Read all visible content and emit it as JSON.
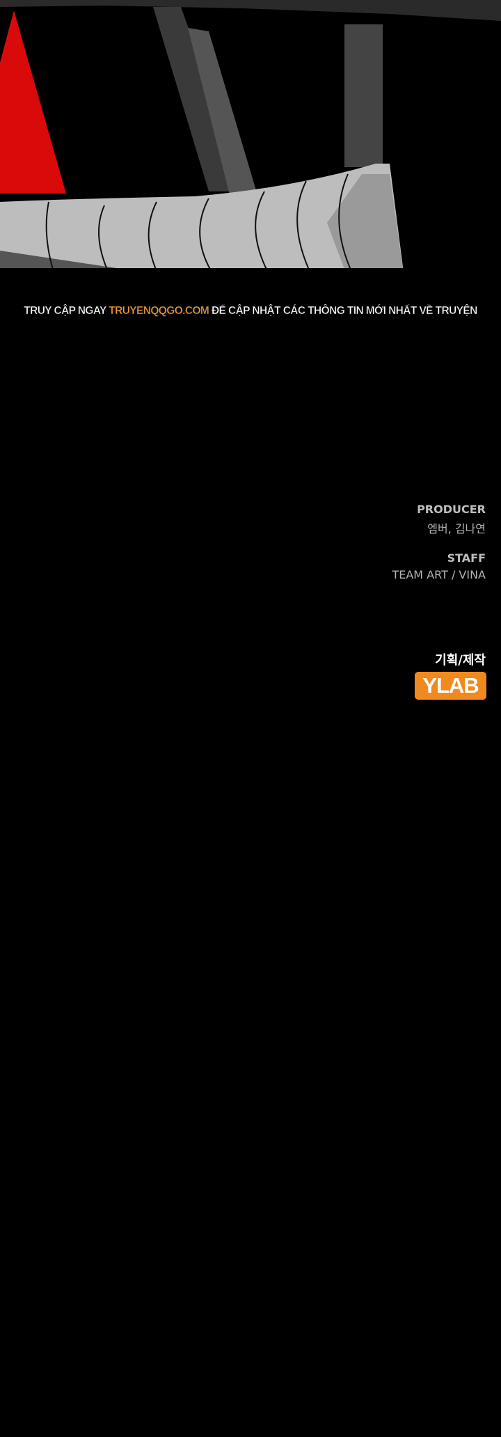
{
  "banner": {
    "prefix": "TRUY CẬP NGAY ",
    "site": "TRUYENQQGO.COM",
    "suffix": " ĐỂ CẬP NHẬT CÁC THÔNG TIN MỚI NHẤT VỀ TRUYỆN",
    "site_color": "#f39a2a"
  },
  "credits": {
    "producer_heading": "PRODUCER",
    "producer_names": "엠버, 김나연",
    "staff_heading": "STAFF",
    "staff_names": "TEAM ART / VINA",
    "production_label": "기획/제작",
    "studio_logo": "YLAB",
    "studio_color": "#f08a1e"
  }
}
